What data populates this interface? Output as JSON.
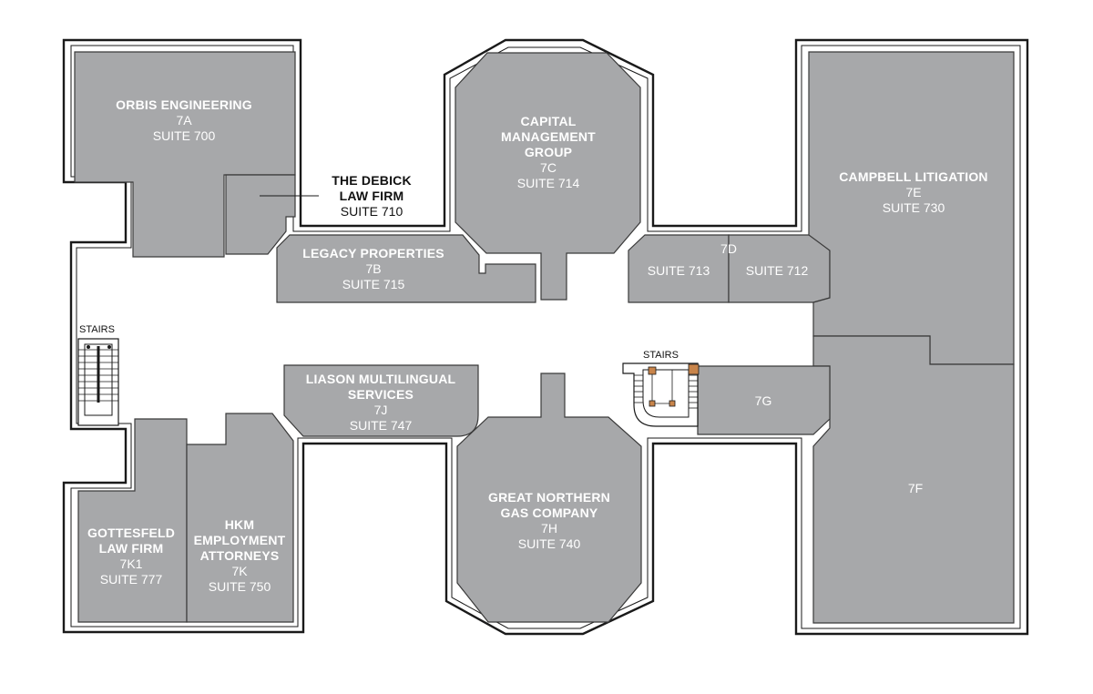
{
  "tenants": {
    "orbis": {
      "name": "ORBIS ENGINEERING",
      "unit": "7A",
      "suite": "SUITE 700"
    },
    "debick": {
      "name_line1": "THE DEBICK",
      "name_line2": "LAW FIRM",
      "suite": "SUITE 710"
    },
    "capital": {
      "name_line1": "CAPITAL",
      "name_line2": "MANAGEMENT",
      "name_line3": "GROUP",
      "unit": "7C",
      "suite": "SUITE 714"
    },
    "campbell": {
      "name": "CAMPBELL LITIGATION",
      "unit": "7E",
      "suite": "SUITE 730"
    },
    "legacy": {
      "name": "LEGACY PROPERTIES",
      "unit": "7B",
      "suite": "SUITE 715"
    },
    "unit7d": {
      "unit": "7D",
      "suite_left": "SUITE 713",
      "suite_right": "SUITE 712"
    },
    "liason": {
      "name_line1": "LIASON MULTILINGUAL",
      "name_line2": "SERVICES",
      "unit": "7J",
      "suite": "SUITE 747"
    },
    "unit7g": {
      "unit": "7G"
    },
    "unit7f": {
      "unit": "7F"
    },
    "great_northern": {
      "name_line1": "GREAT NORTHERN",
      "name_line2": "GAS COMPANY",
      "unit": "7H",
      "suite": "SUITE 740"
    },
    "gottesfeld": {
      "name_line1": "GOTTESFELD",
      "name_line2": "LAW FIRM",
      "unit": "7K1",
      "suite": "SUITE 777"
    },
    "hkm": {
      "name_line1": "HKM",
      "name_line2": "EMPLOYMENT",
      "name_line3": "ATTORNEYS",
      "unit": "7K",
      "suite": "SUITE 750"
    }
  },
  "stairs": {
    "west_label": "STAIRS",
    "east_label": "STAIRS"
  },
  "colors": {
    "room_fill": "#a7a8aa",
    "stair_marker": "#c8844a",
    "wall": "#1a1a1a"
  }
}
